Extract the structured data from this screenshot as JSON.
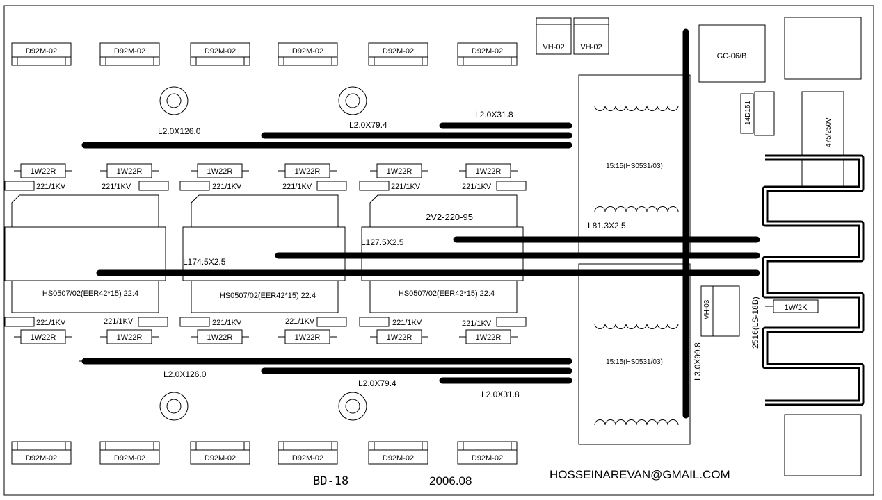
{
  "diode_label": "D92M-02",
  "resistor_label": "1W22R",
  "capacitor_label": "221/1KV",
  "connector_label": "VH-02",
  "gc_label": "GC-06/B",
  "varistor_label": "14D151",
  "cap_475_label": "475/250V",
  "transformer_small_label": "15:15(HS0531/03)",
  "transformer_large_label": "HS0507/02(EER42*15) 22:4",
  "part_2v2_label": "2V2-220-95",
  "vh03_label": "VH-03",
  "resistor_1w2k_label": "1W/2K",
  "coil_2516_label": "2516(LS-18B)",
  "wires": {
    "l126_top": "L2.0X126.0",
    "l79_top": "L2.0X79.4",
    "l31_top": "L2.0X31.8",
    "l126_bottom": "L2.0X126.0",
    "l79_bottom": "L2.0X79.4",
    "l31_bottom": "L2.0X31.8",
    "l81": "L81.3X2.5",
    "l127": "L127.5X2.5",
    "l174": "L174.5X2.5",
    "l3_0": "L3.0X99.8"
  },
  "board_name": "BD-18",
  "board_date": "2006.08",
  "email": "HOSSEINAREVAN@GMAIL.COM"
}
